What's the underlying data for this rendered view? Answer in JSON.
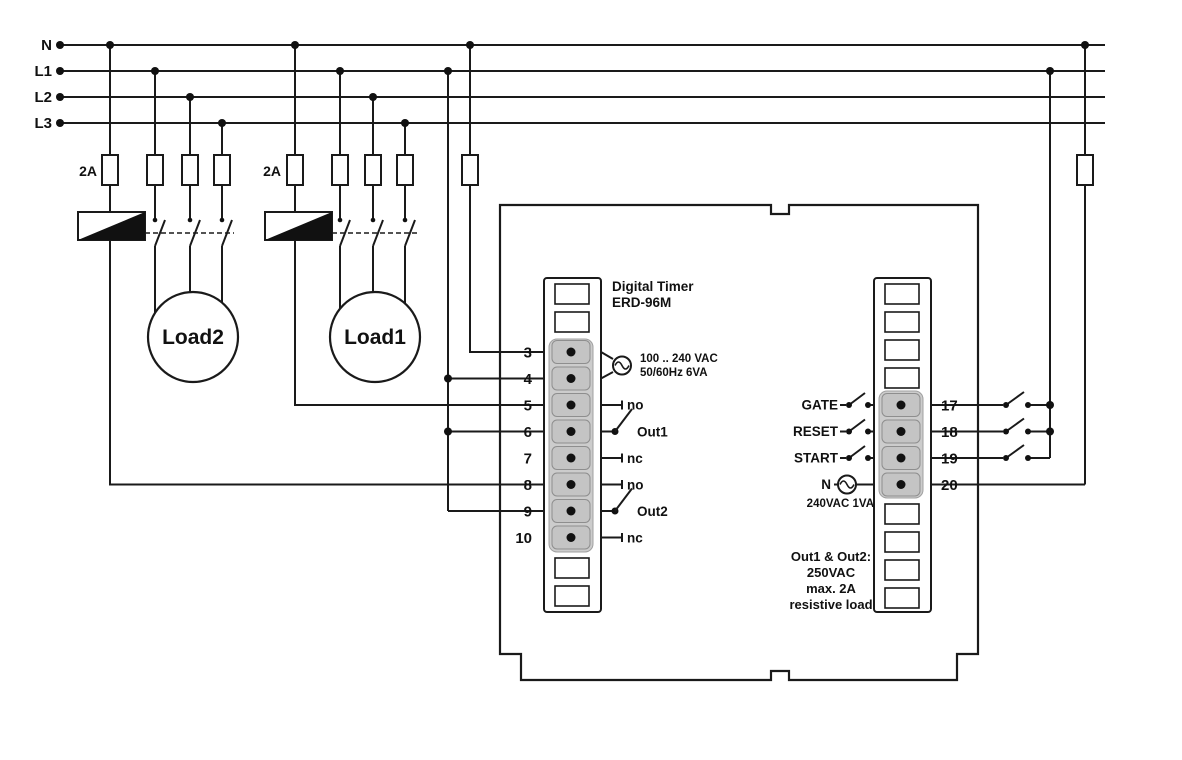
{
  "title": {
    "line1": "Digital Timer",
    "line2": "ERD-96M"
  },
  "power_lines": {
    "labels": [
      "N",
      "L1",
      "L2",
      "L3"
    ]
  },
  "fuses": {
    "labels": [
      "2A",
      "2A"
    ]
  },
  "loads": {
    "load2": "Load2",
    "load1": "Load1"
  },
  "left_block": {
    "terminals": [
      "3",
      "4",
      "5",
      "6",
      "7",
      "8",
      "9",
      "10"
    ],
    "supply": {
      "line1": "100 .. 240 VAC",
      "line2": "50/60Hz 6VA"
    },
    "out1": {
      "no": "no",
      "label": "Out1",
      "nc": "nc"
    },
    "out2": {
      "no": "no",
      "label": "Out2",
      "nc": "nc"
    }
  },
  "right_block": {
    "terminals": [
      "17",
      "18",
      "19",
      "20"
    ],
    "inputs": {
      "gate": "GATE",
      "reset": "RESET",
      "start": "START",
      "neutral": "N"
    },
    "supply": "240VAC 1VA",
    "rating": [
      "Out1 & Out2:",
      "250VAC",
      "max. 2A",
      "resistive load"
    ]
  },
  "colors": {
    "wire": "#1a1a1a",
    "terminal_strip": "#cccccc",
    "terminal_cell": "#c4c4c4",
    "background": "#ffffff"
  }
}
